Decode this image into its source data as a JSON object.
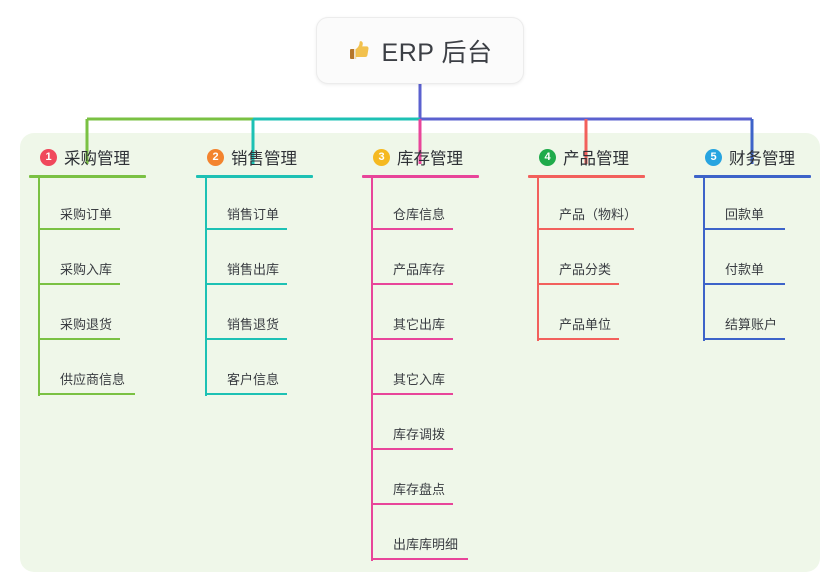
{
  "diagram": {
    "type": "mind-map",
    "title": "ERP 后台",
    "root": {
      "label": "ERP 后台",
      "icon": "thumbs-up-icon",
      "icon_glyph": "👍",
      "box_bg": "#fbfbfb",
      "connector_color": "#5b61cf"
    },
    "panel_bg": "#eff7e9",
    "branches": [
      {
        "number": "1",
        "title": "采购管理",
        "color": "#7ac143",
        "badge_color": "#f0485c",
        "items": [
          "采购订单",
          "采购入库",
          "采购退货",
          "供应商信息"
        ]
      },
      {
        "number": "2",
        "title": "销售管理",
        "color": "#1dc1b4",
        "badge_color": "#f3842e",
        "items": [
          "销售订单",
          "销售出库",
          "销售退货",
          "客户信息"
        ]
      },
      {
        "number": "3",
        "title": "库存管理",
        "color": "#e8459a",
        "badge_color": "#f5b921",
        "items": [
          "仓库信息",
          "产品库存",
          "其它出库",
          "其它入库",
          "库存调拨",
          "库存盘点",
          "出库库明细"
        ]
      },
      {
        "number": "4",
        "title": "产品管理",
        "color": "#f2605c",
        "badge_color": "#1fab4b",
        "items": [
          "产品（物料）",
          "产品分类",
          "产品单位"
        ]
      },
      {
        "number": "5",
        "title": "财务管理",
        "color": "#3d63c9",
        "badge_color": "#27a4e0",
        "items": [
          "回款单",
          "付款单",
          "结算账户"
        ]
      }
    ]
  }
}
